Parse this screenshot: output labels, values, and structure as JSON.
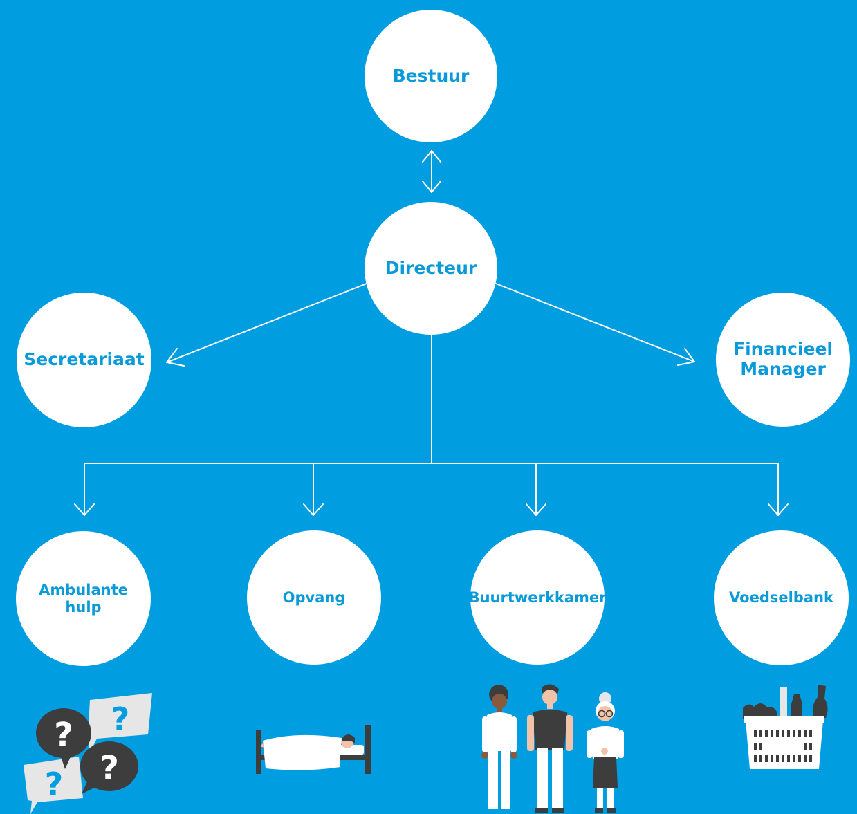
{
  "diagram": {
    "nodes": {
      "bestuur": "Bestuur",
      "directeur": "Directeur",
      "secretariaat": "Secretariaat",
      "financieel": "Financieel Manager",
      "ambulante": "Ambulante hulp",
      "opvang": "Opvang",
      "buurtwerkkamer": "Buurtwerkkamer",
      "voedselbank": "Voedselbank"
    },
    "icons": [
      "question-bubbles-icon",
      "bed-icon",
      "people-group-icon",
      "food-basket-icon"
    ]
  },
  "colors": {
    "background": "#009ee0",
    "node_fill": "#ffffff",
    "node_text": "#0a9ad9",
    "lines": "#ffffff",
    "dark_gray": "#3d3d3d",
    "light_gray": "#e6e6e6"
  }
}
